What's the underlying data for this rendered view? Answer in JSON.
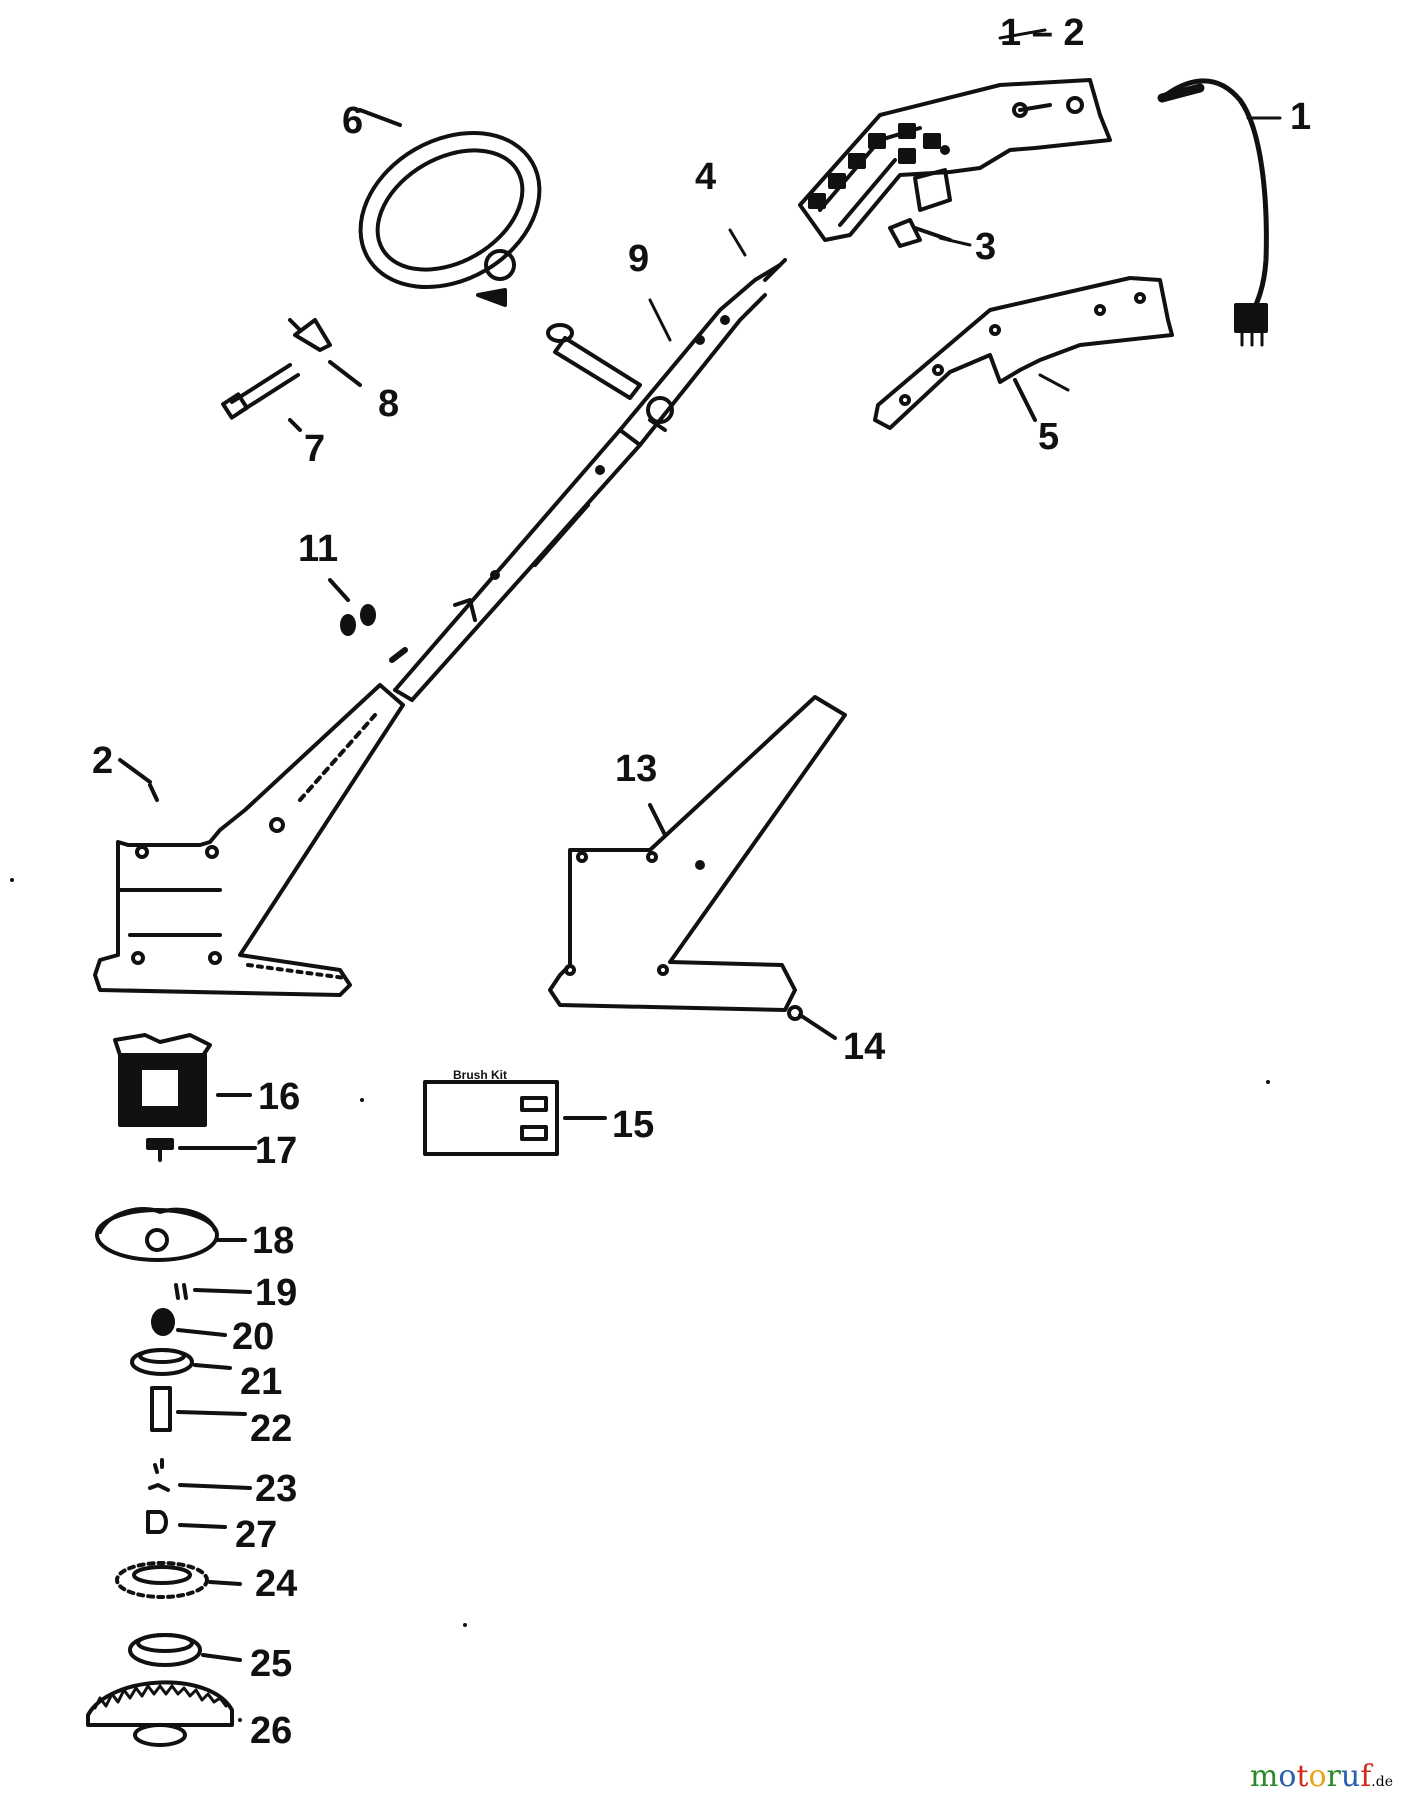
{
  "diagram": {
    "labels": {
      "p1": "1",
      "p1_2": "1 – 2",
      "p2": "2",
      "p3": "3",
      "p4": "4",
      "p5": "5",
      "p6": "6",
      "p7": "7",
      "p8": "8",
      "p9": "9",
      "p11": "11",
      "p13": "13",
      "p14": "14",
      "p15": "15",
      "p16": "16",
      "p17": "17",
      "p18": "18",
      "p19": "19",
      "p20": "20",
      "p21": "21",
      "p22": "22",
      "p23": "23",
      "p27": "27",
      "p24": "24",
      "p25": "25",
      "p26": "26"
    },
    "brush_kit_title": "Brush Kit",
    "colors": {
      "ink": "#111111",
      "paper": "#ffffff"
    }
  },
  "watermark": {
    "brand": "motoruf",
    "domain": ".de",
    "colors": {
      "m": "#2a8a2a",
      "o": "#2a5fb0",
      "t": "#d52b1e",
      "o2": "#e8a317",
      "r": "#2a8a2a",
      "u": "#2a5fb0",
      "f": "#d52b1e"
    }
  }
}
